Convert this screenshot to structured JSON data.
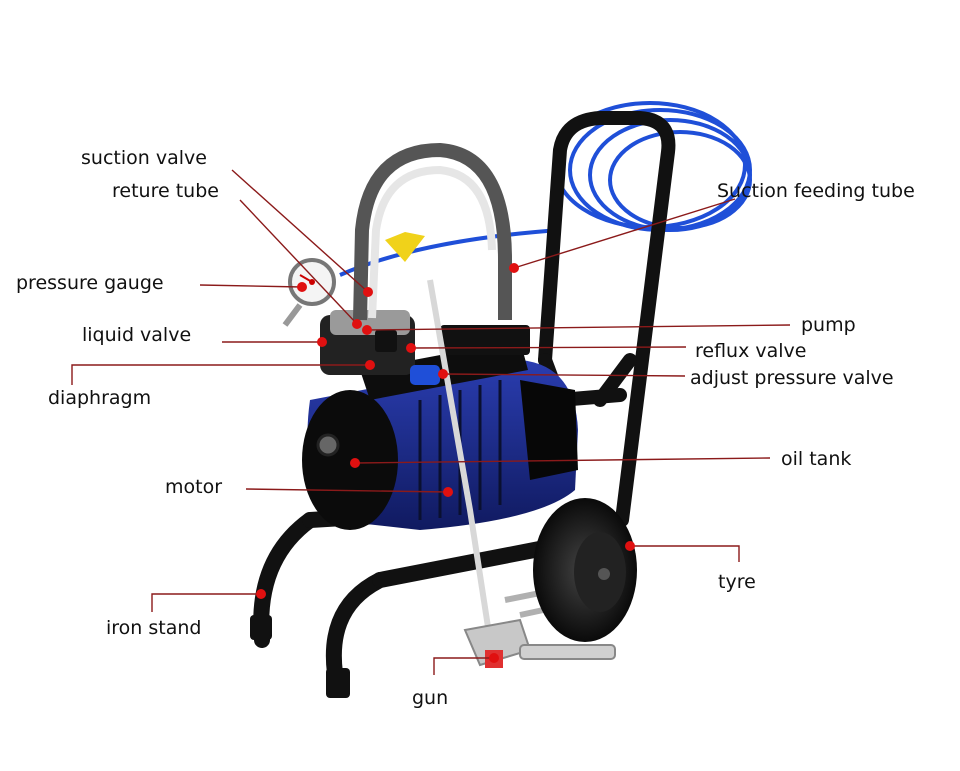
{
  "labels": {
    "suction_valve": "suction valve",
    "reture_tube": "reture tube",
    "pressure_gauge": "pressure gauge",
    "liquid_valve": "liquid valve",
    "diaphragm": "diaphragm",
    "motor": "motor",
    "iron_stand": "iron stand",
    "gun": "gun",
    "suction_feeding_tube": "Suction feeding tube",
    "pump": "pump",
    "reflux_valve": "reflux valve",
    "adjust_pressure_valve": "adjust pressure valve",
    "oil_tank": "oil tank",
    "tyre": "tyre"
  },
  "colors": {
    "leader_line": "#8b1a1a",
    "marker_dot": "#e01010",
    "hose": "#1f4fd8",
    "frame": "#111111",
    "motor_blue": "#1c2e8c"
  }
}
